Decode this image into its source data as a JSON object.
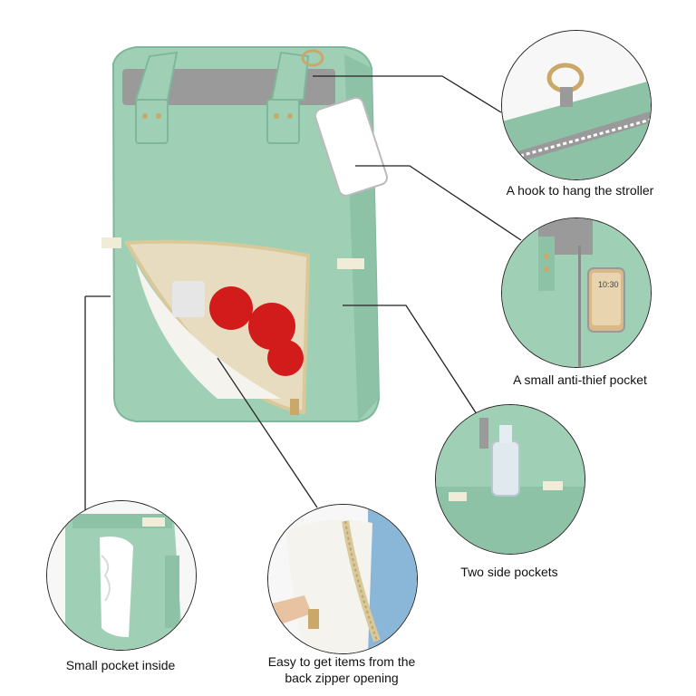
{
  "colors": {
    "bag_mint": "#9fd0b6",
    "bag_mint_dark": "#7fb79c",
    "strap_gray": "#9a9a9a",
    "zipper_beige": "#d8c89a",
    "lining_white": "#f5f3ee",
    "toy_red": "#d21b1b"
  },
  "callouts": [
    {
      "id": "hook",
      "label": "A hook to hang the stroller"
    },
    {
      "id": "anti-thief",
      "label": "A small anti-thief pocket"
    },
    {
      "id": "side",
      "label": "Two side pockets"
    },
    {
      "id": "inside",
      "label": "Small pocket inside"
    },
    {
      "id": "back-zipper",
      "label_line1": "Easy to get items from the",
      "label_line2": "back zipper opening"
    }
  ],
  "phone_time": "10:30"
}
